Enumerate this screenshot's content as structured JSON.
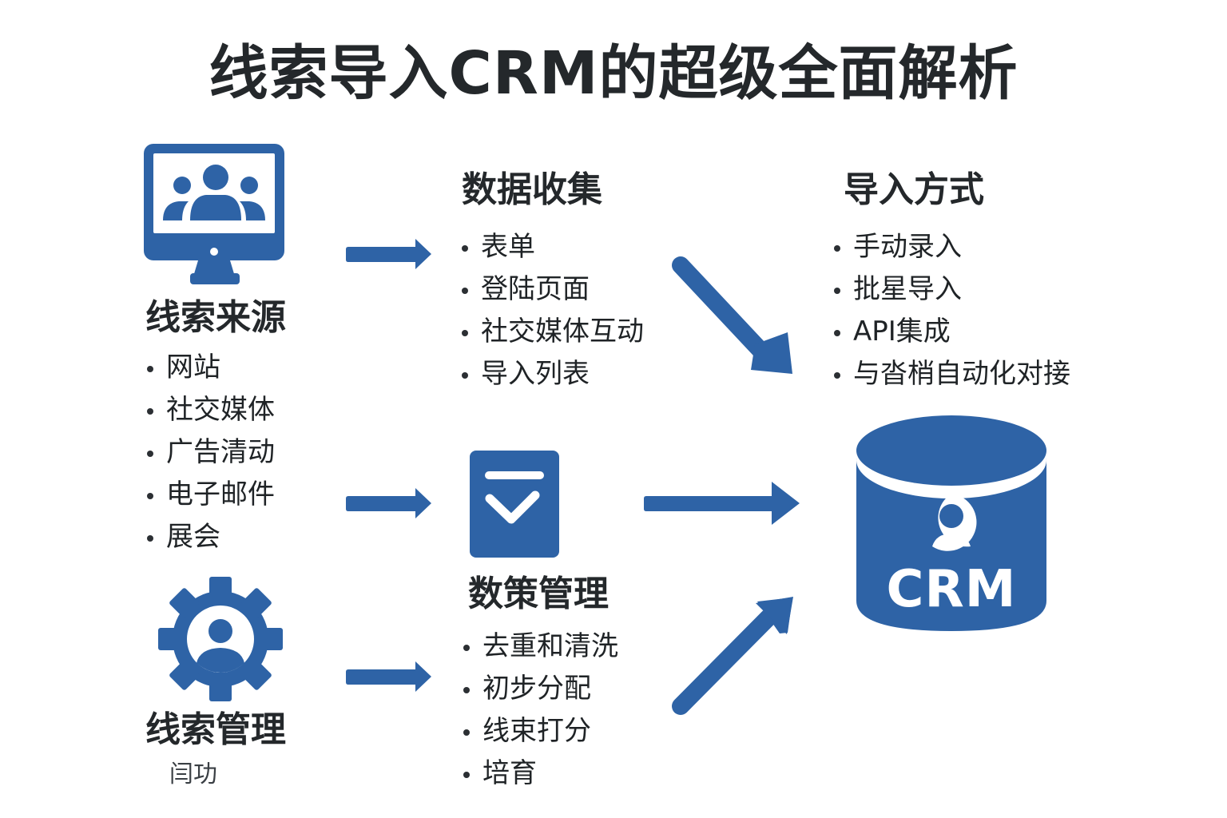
{
  "title": "线索导入CRM的超级全面解析",
  "colors": {
    "accent": "#2e63a6",
    "text": "#24282b",
    "background": "#ffffff"
  },
  "lead_sources": {
    "icon": "monitor-users-icon",
    "title": "线索来源",
    "items": [
      "网站",
      "社交媒体",
      "广告清动",
      "电子邮件",
      "展会"
    ]
  },
  "lead_management": {
    "icon": "gear-user-icon",
    "title": "线索管理",
    "subtitle": "闫功"
  },
  "data_collection": {
    "title": "数据收集",
    "items": [
      "表单",
      "登陆页面",
      "社交媒体互动",
      "导入列表"
    ]
  },
  "data_management": {
    "icon": "checklist-icon",
    "title": "数策管理",
    "items": [
      "去重和清洗",
      "初步分配",
      "线束打分",
      "培育"
    ]
  },
  "import_methods": {
    "title": "导入方式",
    "items": [
      "手动录入",
      "批星导入",
      "API集成",
      "与沓梢自动化对接"
    ]
  },
  "crm": {
    "icon": "database-user-icon",
    "label": "CRM"
  },
  "arrows": [
    {
      "name": "sources-to-collection",
      "direction": "right"
    },
    {
      "name": "sources-to-data-management",
      "direction": "right"
    },
    {
      "name": "management-to-data-management-items",
      "direction": "right"
    },
    {
      "name": "collection-to-crm",
      "direction": "down-right"
    },
    {
      "name": "data-management-to-crm",
      "direction": "right"
    },
    {
      "name": "data-management-items-to-crm",
      "direction": "up-right"
    }
  ]
}
